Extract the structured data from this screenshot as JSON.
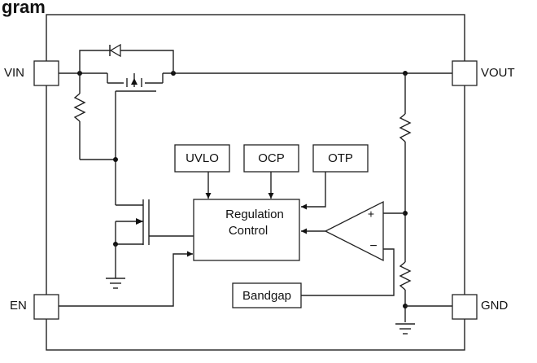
{
  "diagram": {
    "title_fragment": "gram",
    "pins": {
      "vin": "VIN",
      "vout": "VOUT",
      "en": "EN",
      "gnd": "GND"
    },
    "blocks": {
      "uvlo": "UVLO",
      "ocp": "OCP",
      "otp": "OTP",
      "regulation_line1": "Regulation",
      "regulation_line2": "Control",
      "bandgap": "Bandgap"
    },
    "opamp": {
      "plus": "+",
      "minus": "−"
    }
  }
}
